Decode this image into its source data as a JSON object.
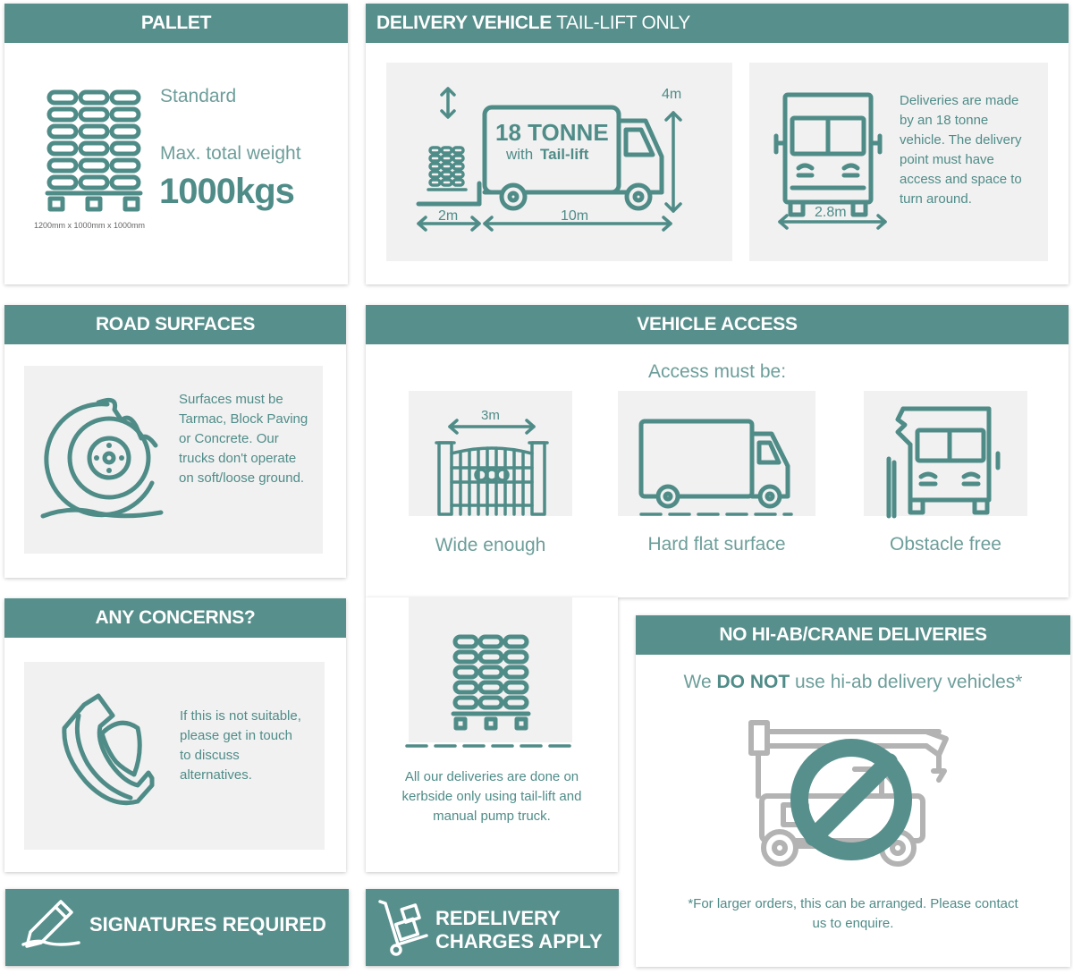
{
  "pallet": {
    "header": "PALLET",
    "standard": "Standard",
    "max_weight_label": "Max. total weight",
    "max_weight_value": "1000kgs",
    "dimensions": "1200mm x 1000mm x 1000mm"
  },
  "delivery_vehicle": {
    "header_bold": "DELIVERY VEHICLE",
    "header_thin": " TAIL-LIFT ONLY",
    "truck_label_big": "18 TONNE",
    "truck_label_small": "with",
    "truck_label_small_bold": "Tail-lift",
    "dim_2m": "2m",
    "dim_10m": "10m",
    "dim_4m": "4m",
    "dim_2_8m": "2.8m",
    "description": "Deliveries are made by an 18 tonne vehicle. The delivery point must have access and space to turn around."
  },
  "road_surfaces": {
    "header": "ROAD SURFACES",
    "description": "Surfaces must be Tarmac, Block Paving or Concrete. Our trucks don't operate on soft/loose ground."
  },
  "vehicle_access": {
    "header": "VEHICLE ACCESS",
    "intro": "Access must be:",
    "gate_width": "3m",
    "items": [
      "Wide enough",
      "Hard flat surface",
      "Obstacle free"
    ]
  },
  "any_concerns": {
    "header": "ANY CONCERNS?",
    "description": "If this is not suitable, please get in touch to discuss alternatives."
  },
  "kerbside": {
    "description": "All our deliveries are done on kerbside only using tail-lift and manual pump truck."
  },
  "no_hiab": {
    "header": "NO HI-AB/CRANE DELIVERIES",
    "line_pre": "We ",
    "line_bold": "DO NOT",
    "line_post": " use hi-ab delivery vehicles*",
    "footnote": "*For larger orders, this can be arranged. Please contact us to enquire."
  },
  "footers": {
    "signatures": "SIGNATURES REQUIRED",
    "redelivery_line1": "REDELIVERY",
    "redelivery_line2": "CHARGES APPLY"
  },
  "colors": {
    "teal": "#568f8b",
    "text": "#4f8c88",
    "panel": "#f1f1f1",
    "grey_icon": "#b3b3b3"
  }
}
